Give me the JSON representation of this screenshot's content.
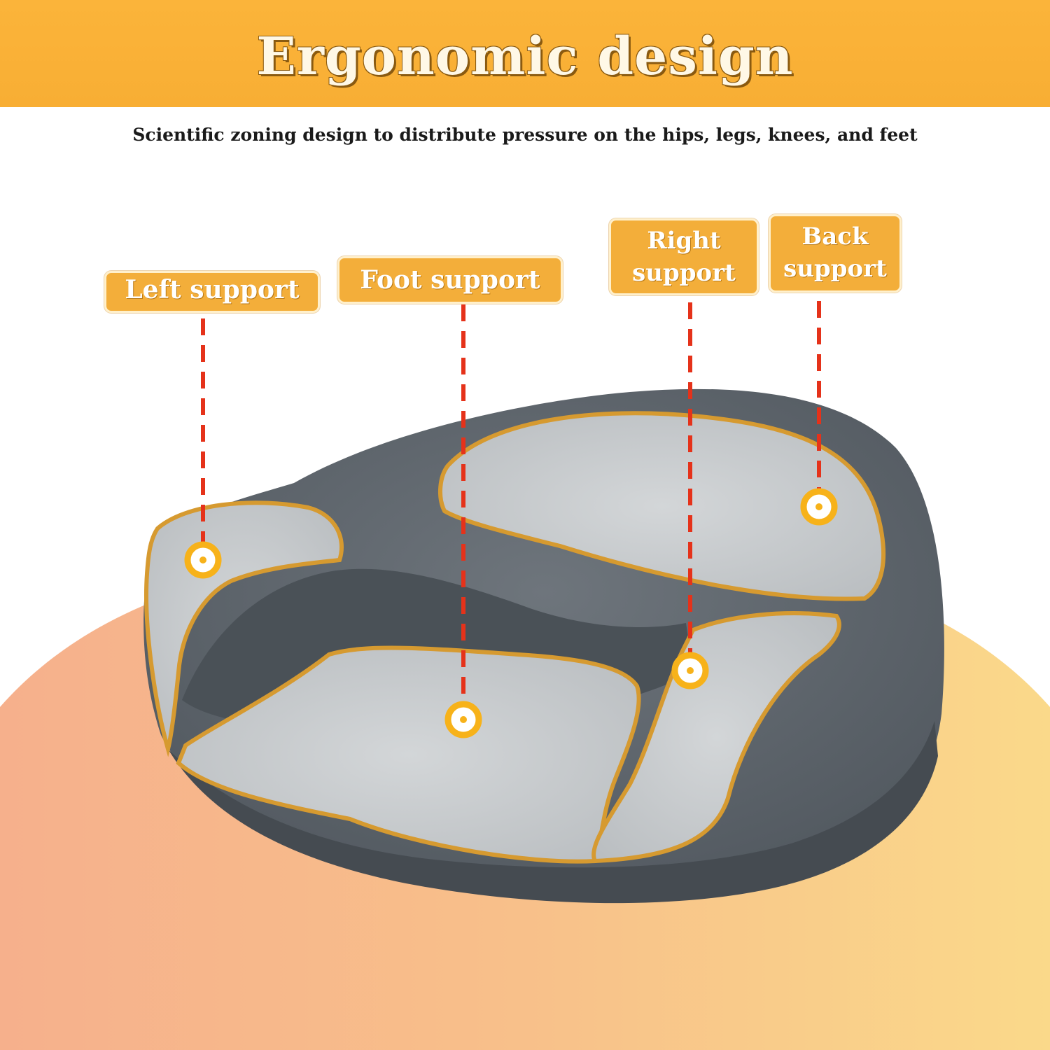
{
  "header": {
    "title": "Ergonomic design"
  },
  "subtitle": "Scientific zoning design to distribute pressure on the hips, legs, knees, and feet",
  "callouts": [
    {
      "label": "Left support"
    },
    {
      "label": "Foot support"
    },
    {
      "label_line1": "Right",
      "label_line2": "support"
    },
    {
      "label_line1": "Back",
      "label_line2": "support"
    }
  ],
  "colors": {
    "accent": "#f3ae3a",
    "header_band": "#fbb43a",
    "leader_line": "#e5321a",
    "cushion_dark": "#5d646c",
    "cushion_light": "#c9cdd0",
    "zone_outline": "#d69a30"
  }
}
